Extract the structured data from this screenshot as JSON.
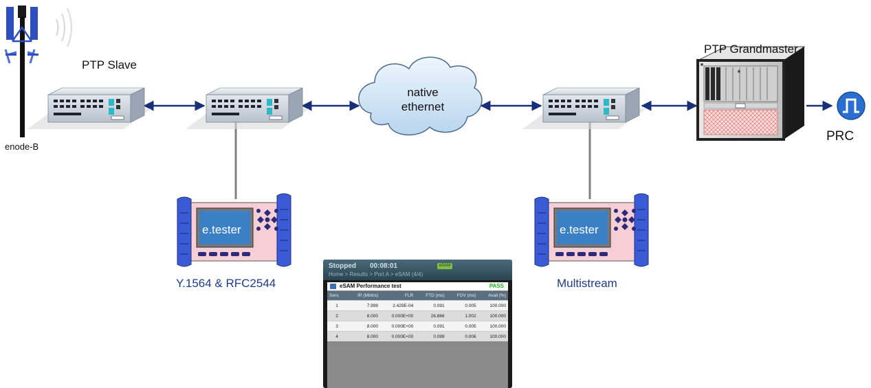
{
  "labels": {
    "ptp_slave": "PTP Slave",
    "ptp_grandmaster": "PTP Grandmaster",
    "enode_b": "enode-B",
    "prc": "PRC",
    "cloud_line1": "native",
    "cloud_line2": "ethernet",
    "tester_left_caption": "Y.1564 & RFC2544",
    "tester_right_caption": "Multistream",
    "tester_brand": "e.tester"
  },
  "screen": {
    "status": "Stopped",
    "time": "00:08:01",
    "badge": "eSAM",
    "breadcrumb": "Home > Results > Port A > eSAM (4/4)",
    "title": "eSAM Performance test",
    "result": "PASS",
    "columns": [
      "Serv.",
      "IR (Mbit/s)",
      "FLR",
      "FTD (ms)",
      "FDV (ms)",
      "Avail (%)"
    ],
    "rows": [
      [
        "1",
        "7.998",
        "2.429E-04",
        "0.091",
        "0.005",
        "100.000"
      ],
      [
        "2",
        "8.000",
        "0.000E+00",
        "26.866",
        "1.002",
        "100.000"
      ],
      [
        "3",
        "8.000",
        "0.000E+00",
        "0.091",
        "0.005",
        "100.000"
      ],
      [
        "4",
        "8.000",
        "0.000E+00",
        "0.099",
        "0.006",
        "100.000"
      ]
    ]
  },
  "colors": {
    "link": "#1a2f7a",
    "tester_body": "#f6cfd6",
    "tester_grip": "#3b5bd6",
    "screen_blue": "#3b7fc4",
    "switch_body": "#d7dee6",
    "cloud": "#cfe3f5",
    "prc_blue": "#2a6fd0"
  }
}
